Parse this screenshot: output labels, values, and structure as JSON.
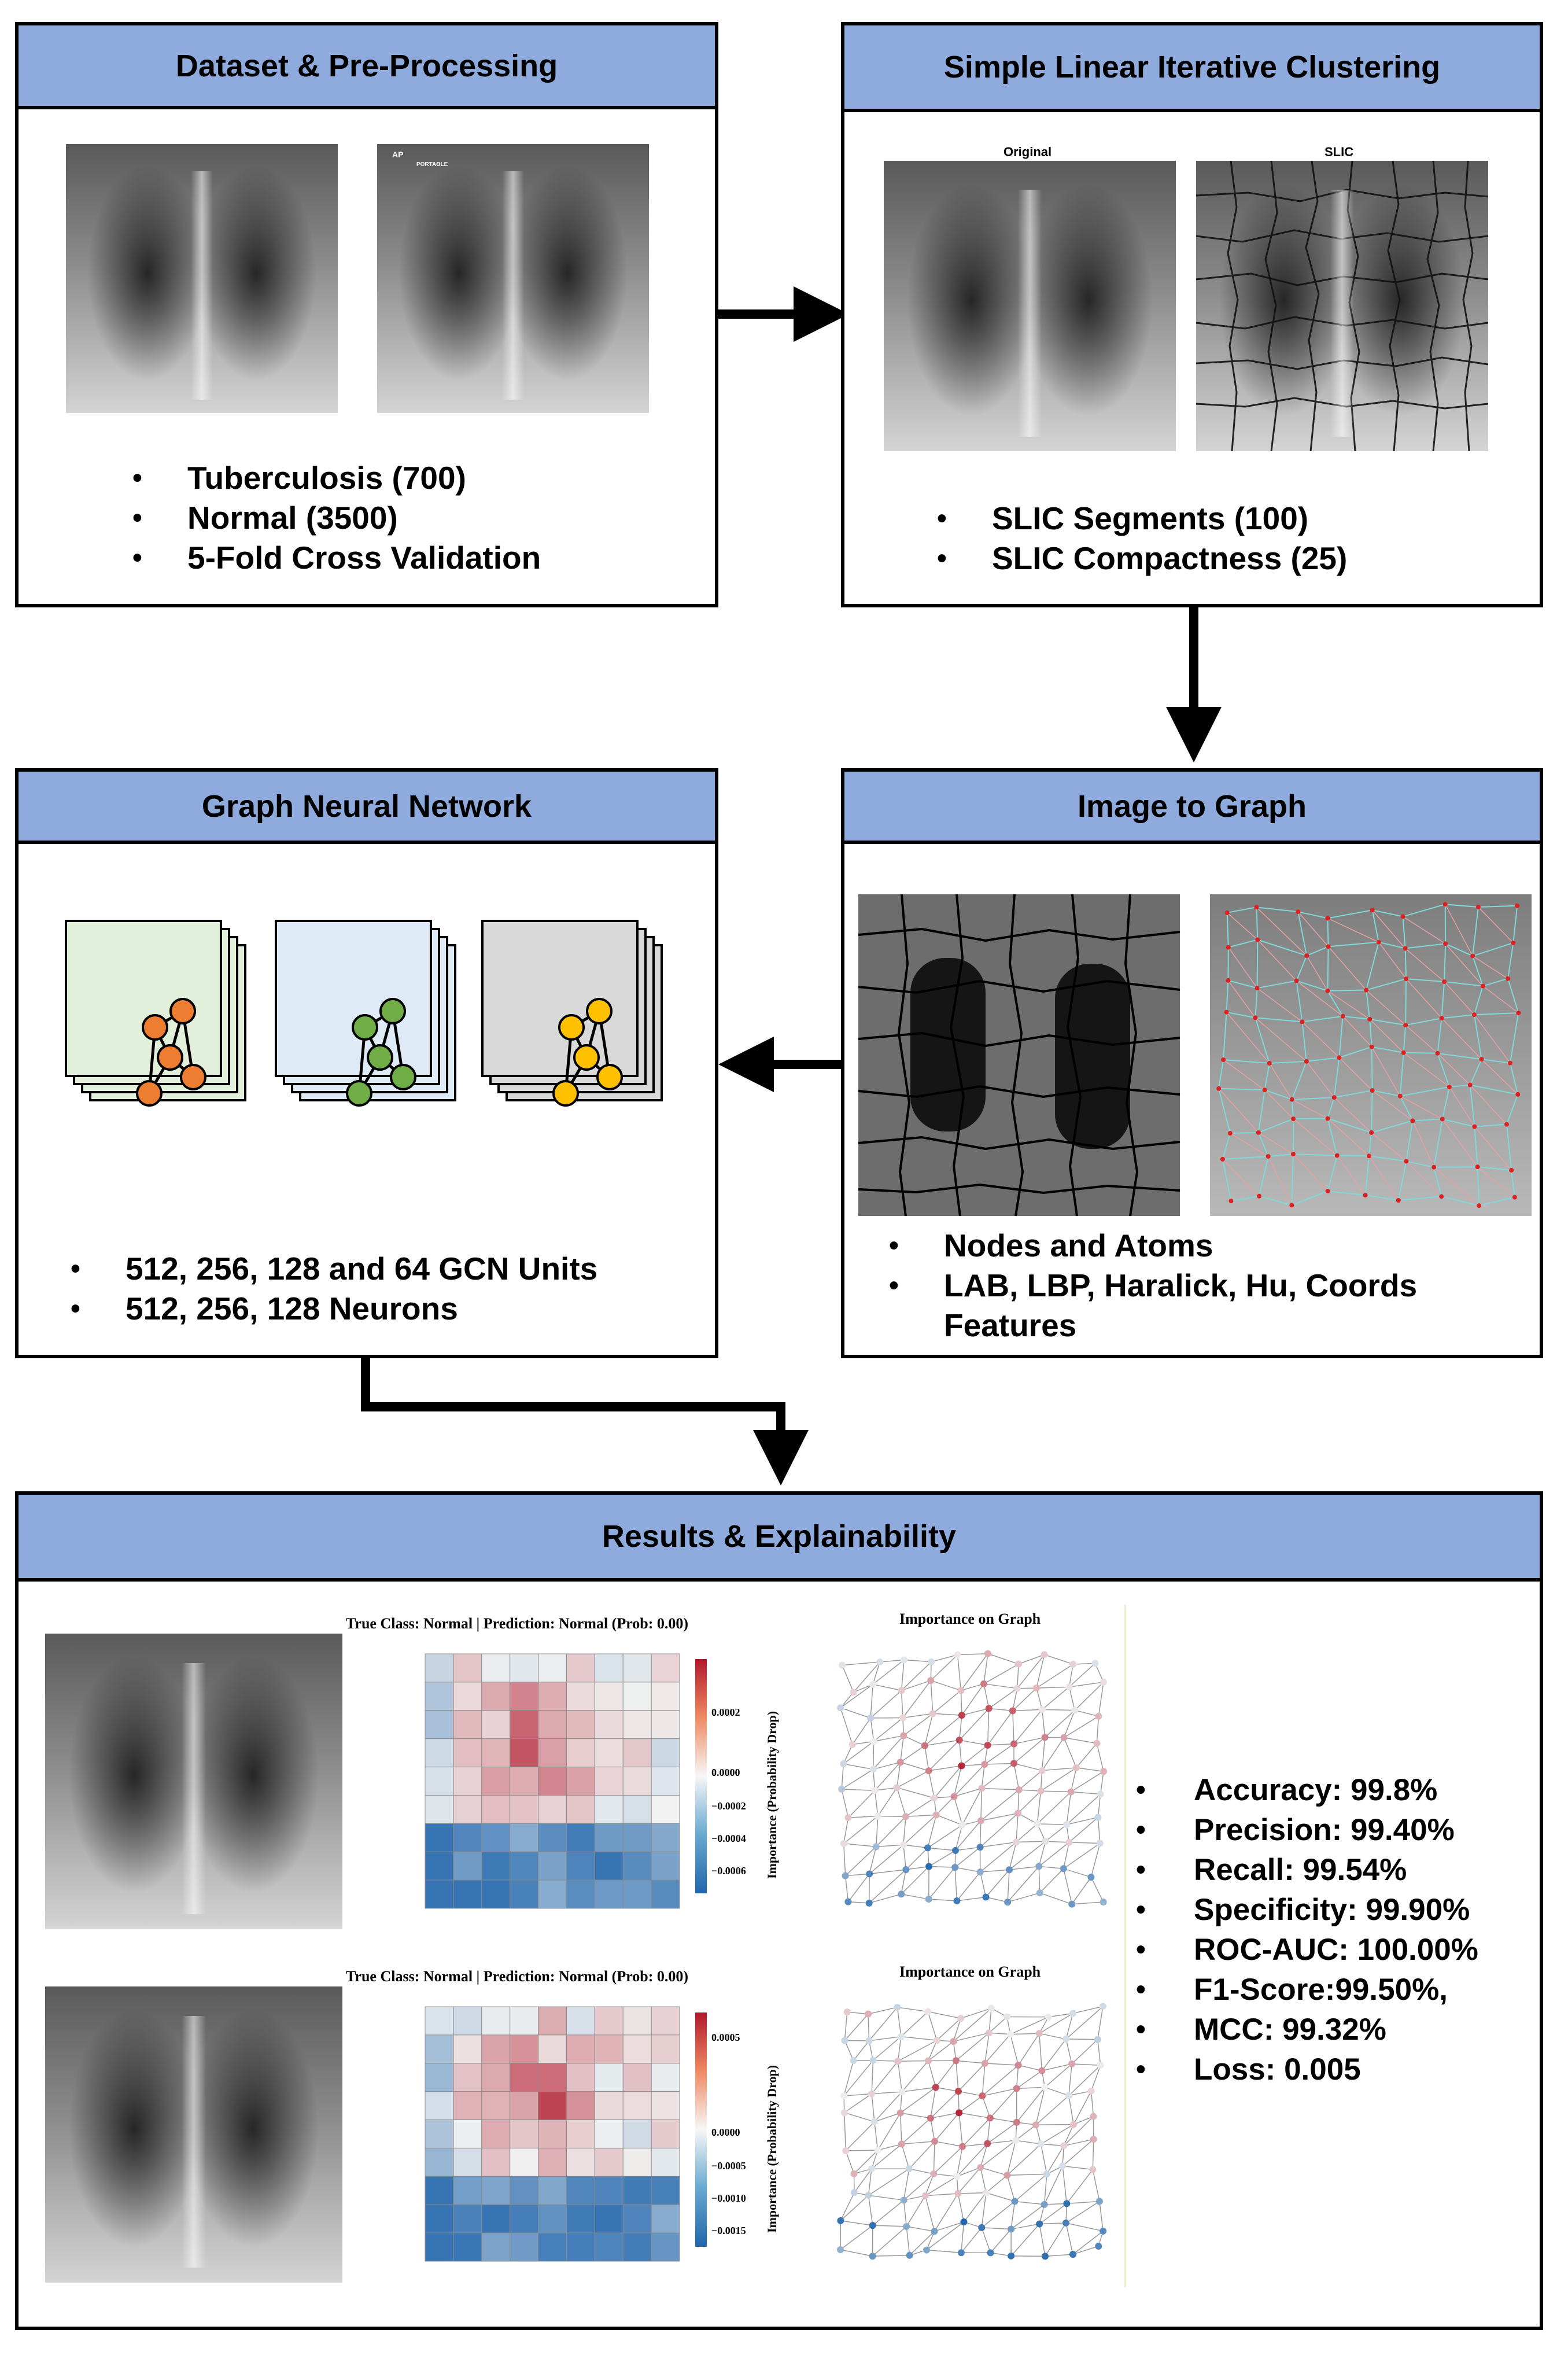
{
  "panels": {
    "dataset": {
      "title": "Dataset & Pre-Processing",
      "bullets": [
        "Tuberculosis (700)",
        "Normal (3500)",
        "5-Fold Cross Validation"
      ],
      "image_tags": [
        "AP",
        "PORTABLE"
      ]
    },
    "slic": {
      "title": "Simple Linear Iterative Clustering",
      "image_captions": [
        "Original",
        "SLIC"
      ],
      "bullets": [
        "SLIC Segments (100)",
        "SLIC Compactness (25)"
      ]
    },
    "gnn": {
      "title": "Graph Neural Network",
      "bullets": [
        "512, 256, 128 and 64 GCN Units",
        "512, 256, 128 Neurons"
      ]
    },
    "img2graph": {
      "title": "Image to Graph",
      "bullets": [
        "Nodes and Atoms",
        "LAB, LBP, Haralick, Hu, Coords",
        "Features"
      ]
    },
    "results": {
      "title": "Results & Explainability",
      "rows": [
        {
          "heatmap_title": "True Class: Normal | Prediction: Normal (Prob: 0.00)",
          "graph_title": "Importance on Graph",
          "colorbar_label": "Importance (Probability Drop)",
          "colorbar_ticks": [
            "0.0002",
            "0.0000",
            "−0.0002",
            "−0.0004",
            "−0.0006"
          ]
        },
        {
          "heatmap_title": "True Class: Normal | Prediction: Normal (Prob: 0.00)",
          "graph_title": "Importance on Graph",
          "colorbar_label": "Importance (Probability Drop)",
          "colorbar_ticks": [
            "0.0005",
            "0.0000",
            "−0.0005",
            "−0.0010",
            "−0.0015"
          ]
        }
      ],
      "metrics": [
        "Accuracy: 99.8%",
        "Precision: 99.40%",
        "Recall: 99.54%",
        "Specificity: 99.90%",
        "ROC-AUC: 100.00%",
        "F1-Score:99.50%,",
        "MCC: 99.32%",
        "Loss: 0.005"
      ]
    }
  },
  "colors": {
    "header": "#8faadc",
    "gnn_layer_1": "#e2efda",
    "gnn_layer_2": "#deebf7",
    "gnn_layer_3": "#d9d9d9",
    "node_orange": "#ed7d31",
    "node_green": "#70ad47",
    "node_yellow": "#ffc000",
    "importance_high": "#b2182b",
    "importance_low": "#2166ac"
  }
}
